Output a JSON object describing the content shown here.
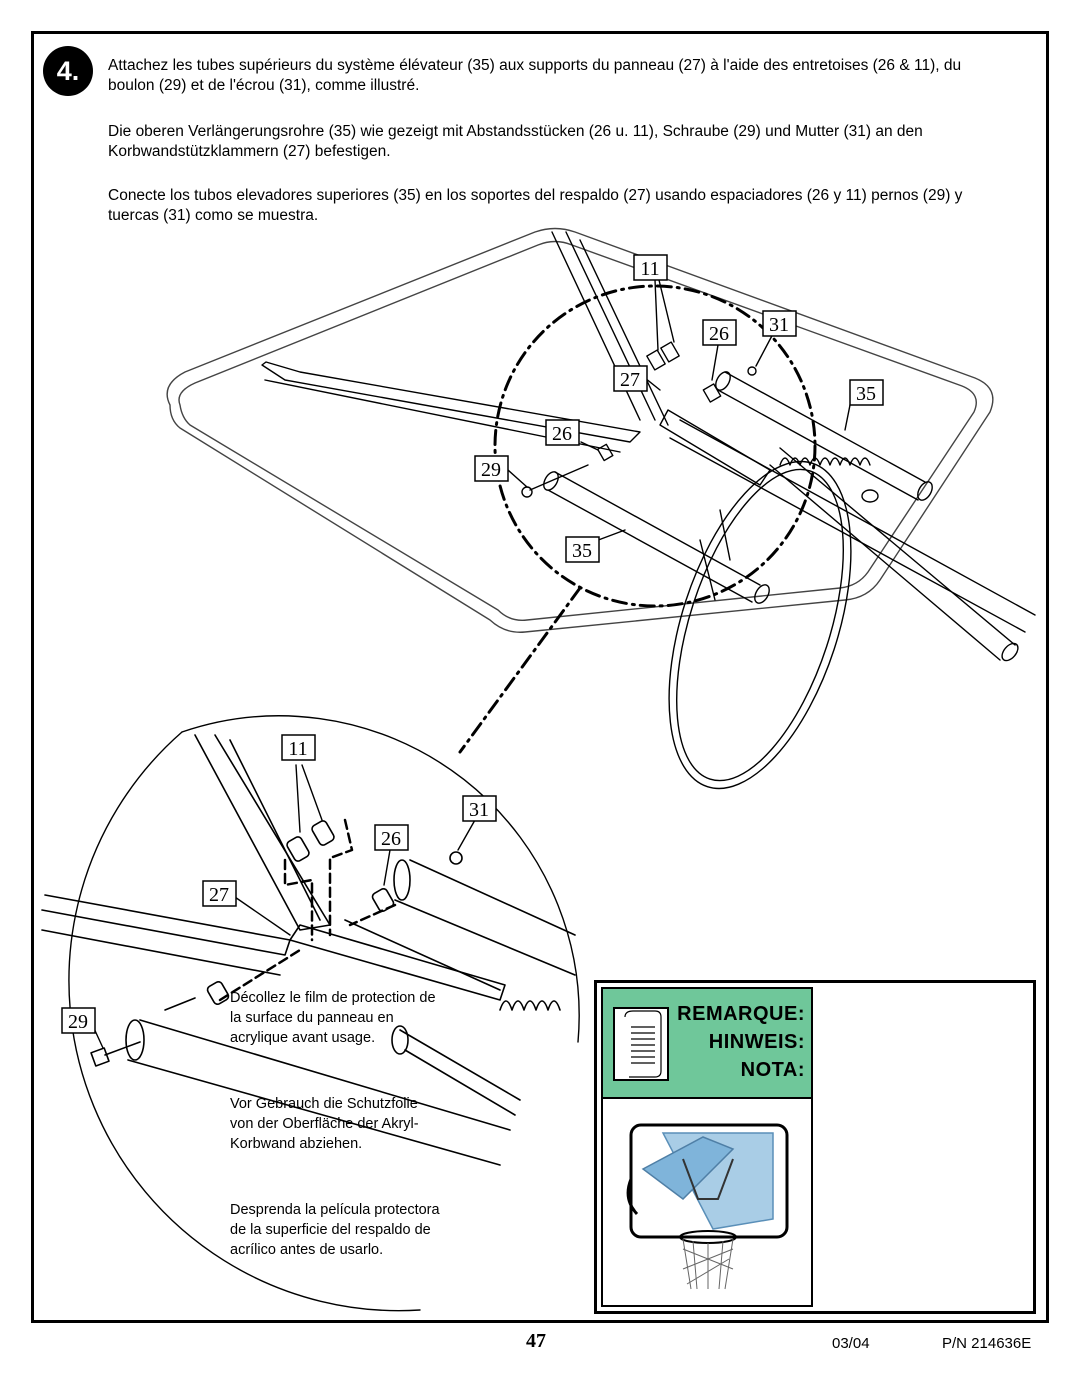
{
  "step": {
    "number": "4."
  },
  "instructions": {
    "fr": "Attachez les tubes supérieurs du système élévateur (35) aux supports du panneau (27) à l'aide des entretoises (26 & 11), du boulon (29) et de l'écrou (31), comme illustré.",
    "de": "Die oberen Verlängerungsrohre (35) wie gezeigt mit Abstandsstücken (26 u. 11), Schraube (29) und Mutter (31) an den Korbwandstützklammern (27) befestigen.",
    "es": "Conecte los tubos elevadores superiores (35) en los soportes del respaldo (27) usando espaciadores (26 y 11) pernos (29) y tuercas (31) como se muestra."
  },
  "diagram": {
    "top_labels": [
      "11",
      "26",
      "31",
      "27",
      "35",
      "26",
      "29",
      "35"
    ],
    "bottom_labels": [
      "11",
      "31",
      "26",
      "27",
      "29"
    ]
  },
  "note": {
    "head_words": [
      "REMARQUE:",
      "HINWEIS:",
      "NOTA:"
    ],
    "fr": "Décollez le film de protection de la surface du panneau en acrylique avant usage.",
    "de": "Vor Gebrauch die Schutzfolie von der Oberfläche der Akryl-Korbwand abziehen.",
    "es": "Desprenda la película protectora de la superficie del respaldo de acrílico antes de usarlo."
  },
  "footer": {
    "page": "47",
    "date": "03/04",
    "part_number": "P/N 214636E"
  }
}
